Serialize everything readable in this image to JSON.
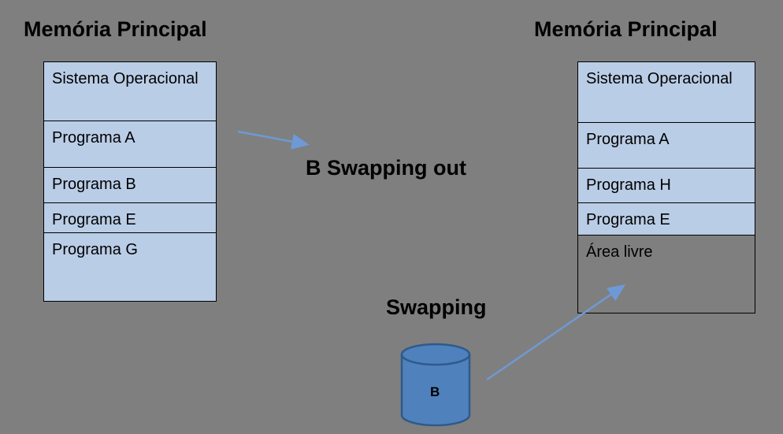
{
  "left_memory": {
    "title": "Memória Principal",
    "cells": [
      {
        "label": "Sistema Operacional"
      },
      {
        "label": "Programa A"
      },
      {
        "label": "Programa B"
      },
      {
        "label": "Programa E"
      },
      {
        "label": "Programa G"
      }
    ]
  },
  "right_memory": {
    "title": "Memória Principal",
    "cells": [
      {
        "label": "Sistema Operacional"
      },
      {
        "label": "Programa A"
      },
      {
        "label": "Programa H"
      },
      {
        "label": "Programa E"
      },
      {
        "label": "Área livre"
      }
    ]
  },
  "annotations": {
    "swapping_out": "B Swapping out",
    "swapping": "Swapping"
  },
  "disk": {
    "label": "B"
  },
  "colors": {
    "background": "#7f7f7f",
    "cell_fill": "#bacde6",
    "free_cell_fill": "#7f7f7f",
    "border": "#000000",
    "arrow": "#6d9ad6",
    "cylinder_fill": "#4f81bd",
    "cylinder_border": "#2f5a8c",
    "text": "#000000"
  }
}
